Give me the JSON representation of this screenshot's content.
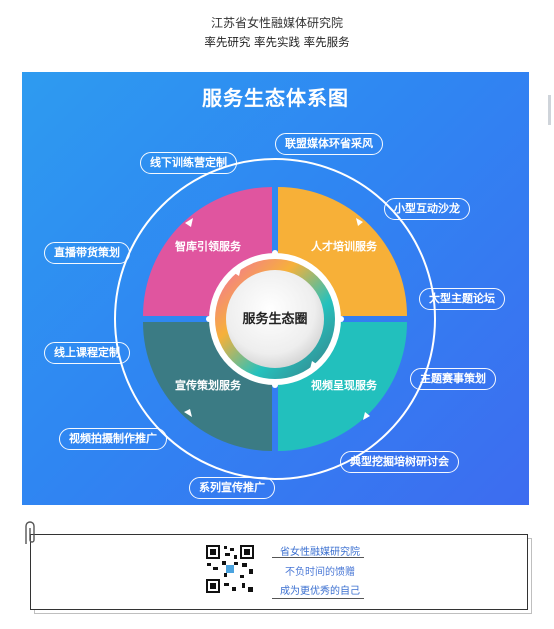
{
  "header": {
    "org_name": "江苏省女性融媒体研究院",
    "slogan": "率先研究 率先实践 率先服务"
  },
  "diagram": {
    "title": "服务生态体系图",
    "center": "服务生态圈",
    "quadrants": [
      {
        "label": "智库引领服务",
        "color": "#e0559f"
      },
      {
        "label": "人才培训服务",
        "color": "#f7b038"
      },
      {
        "label": "视频呈现服务",
        "color": "#22c0bd"
      },
      {
        "label": "宣传策划服务",
        "color": "#3b7b84"
      }
    ],
    "outer_items": [
      "线下训练营定制",
      "联盟媒体环省采风",
      "小型互动沙龙",
      "大型主题论坛",
      "主题赛事策划",
      "典型挖掘培树研讨会",
      "系列宣传推广",
      "视频拍摄制作推广",
      "线上课程定制",
      "直播带货策划"
    ]
  },
  "card": {
    "line1": "省女性融媒研究院",
    "line2": "不负时间的馈赠",
    "line3": "成为更优秀的自己"
  }
}
